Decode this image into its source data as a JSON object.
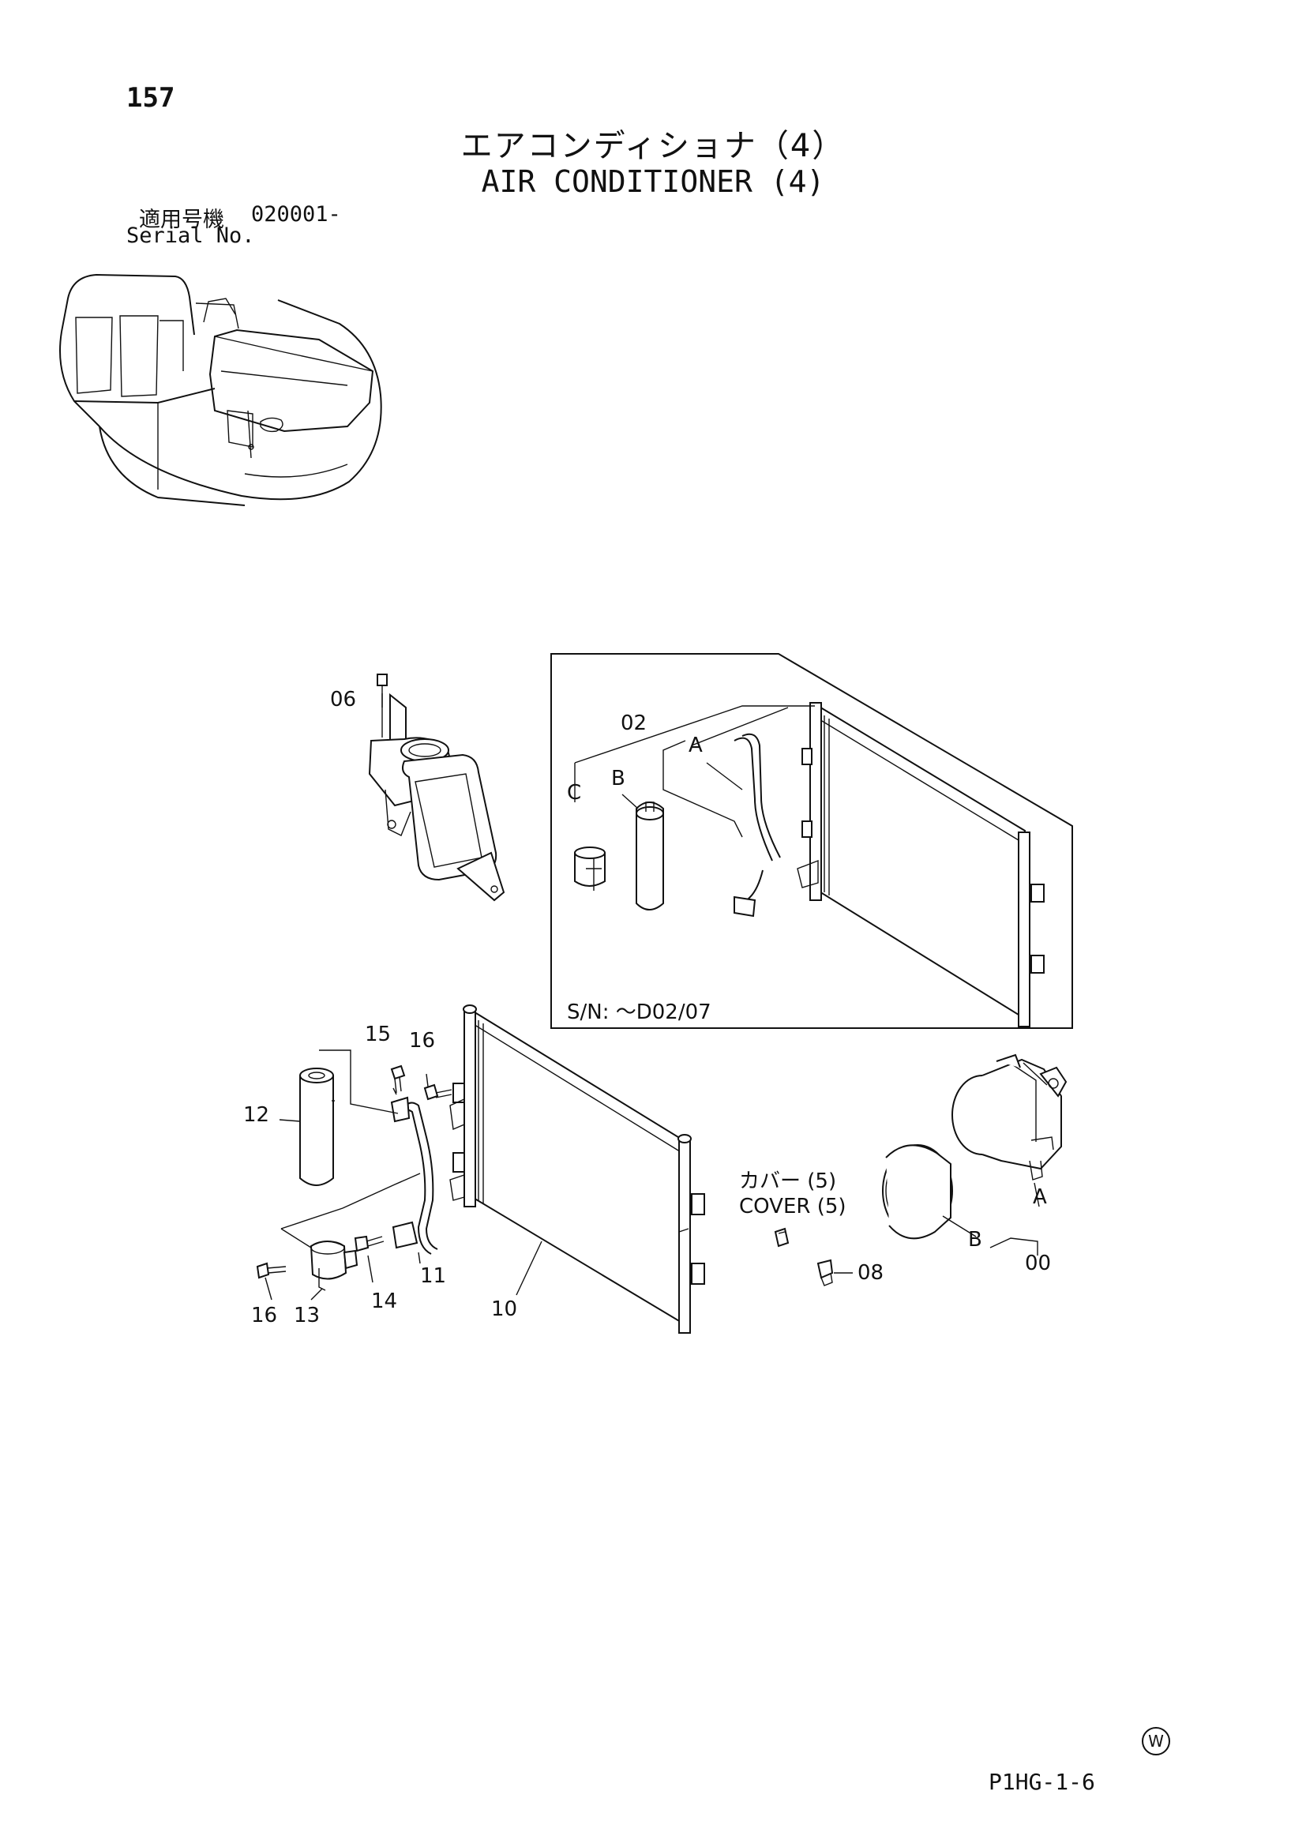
{
  "header": {
    "page_number": "157",
    "title_jp": "エアコンディショナ（4）",
    "title_en": "AIR CONDITIONER (4)",
    "serial_label_jp": "適用号機",
    "serial_value": "020001-",
    "serial_label_en": "Serial No."
  },
  "inset": {
    "serial_note": "S/N: ～D02/07",
    "labels": {
      "part_02": "02",
      "a": "A",
      "b": "B",
      "c": "C"
    }
  },
  "callouts": {
    "p06": "06",
    "p15": "15",
    "p16_top": "16",
    "p12": "12",
    "p16_bottom": "16",
    "p13": "13",
    "p14": "14",
    "p11": "11",
    "p10": "10",
    "p08": "08",
    "p00": "00",
    "compressor_a": "A",
    "compressor_b": "B"
  },
  "cover_note": {
    "jp": "カバー (5)",
    "en": "COVER (5)"
  },
  "footer": {
    "code": "P1HG-1-6",
    "mark": "W"
  }
}
